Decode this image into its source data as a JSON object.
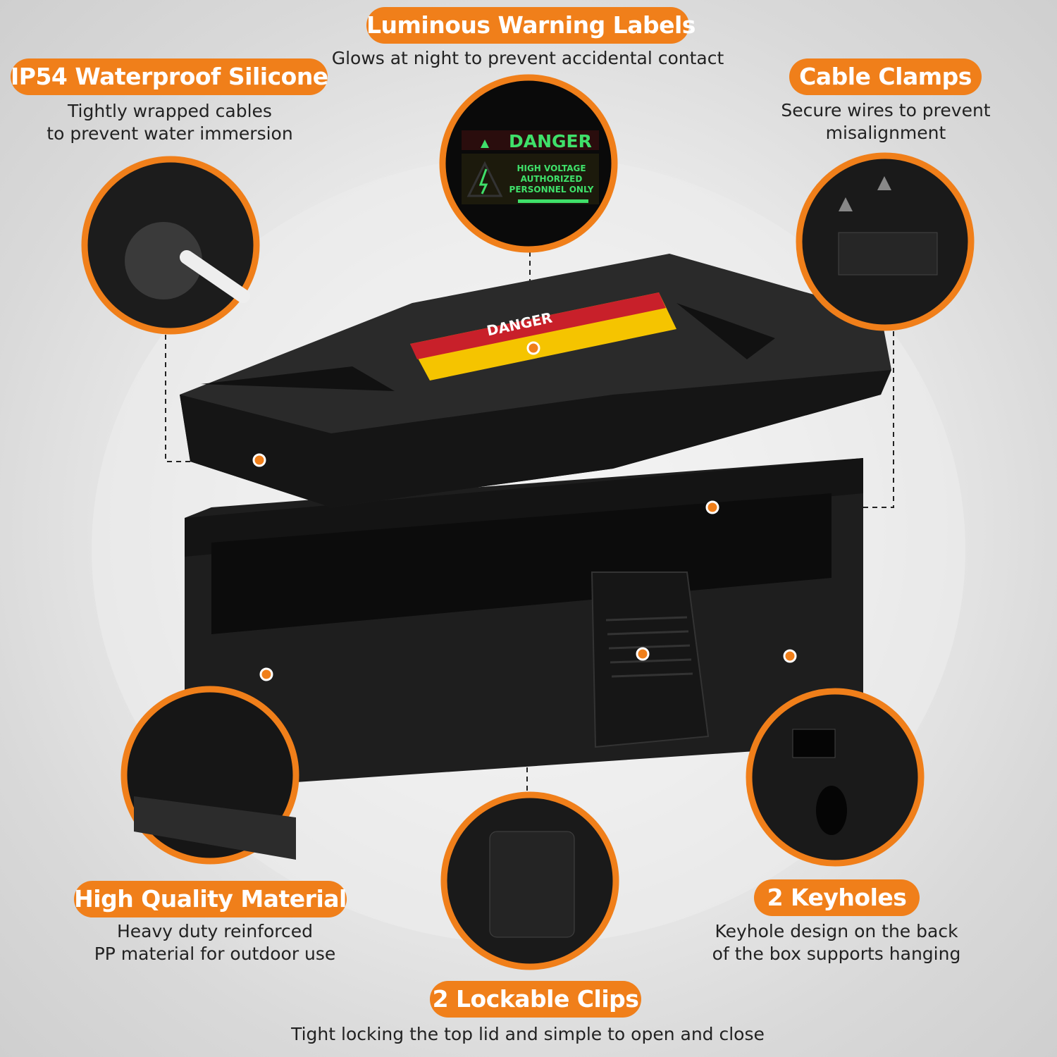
{
  "colors": {
    "accent": "#f07f1a",
    "box": "#1c1c1c",
    "glow_green": "#3fe06a",
    "label_red": "#c8202a",
    "label_yellow": "#f5c400"
  },
  "features": [
    {
      "title": "Luminous Warning Labels",
      "desc": [
        "Glows at night to prevent accidental contact"
      ]
    },
    {
      "title": "IP54 Waterproof Silicone",
      "desc": [
        "Tightly wrapped cables",
        "to prevent water immersion"
      ]
    },
    {
      "title": "Cable Clamps",
      "desc": [
        "Secure wires to prevent",
        "misalignment"
      ]
    },
    {
      "title": "High Quality Material",
      "desc": [
        "Heavy duty reinforced",
        "PP material for outdoor use"
      ]
    },
    {
      "title": "2 Keyholes",
      "desc": [
        "Keyhole design on the back",
        "of the box supports hanging"
      ]
    },
    {
      "title": "2 Lockable Clips",
      "desc": [
        "Tight locking the top lid and simple to open and close"
      ]
    }
  ],
  "glow_label": {
    "header": "DANGER",
    "lines": [
      "HIGH VOLTAGE",
      "AUTHORIZED",
      "PERSONNEL ONLY"
    ]
  },
  "lid_label": {
    "header": "DANGER"
  }
}
